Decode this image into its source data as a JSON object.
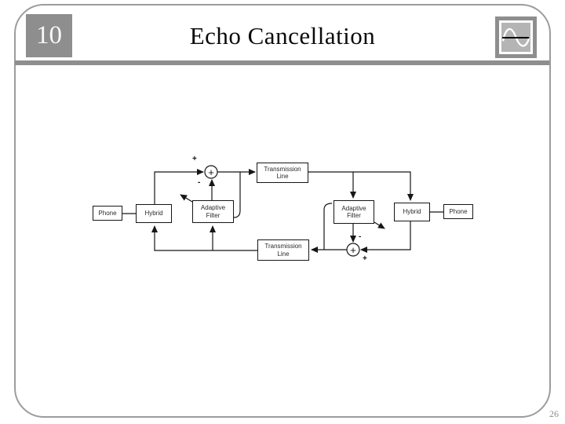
{
  "slide": {
    "number": "10",
    "title": "Echo Cancellation",
    "page_number": "26"
  },
  "colors": {
    "frame_border": "#9c9c9c",
    "header_gray": "#8e8e8e",
    "logo_inner_gray": "#b4b4b4",
    "diagram_line": "#161616"
  },
  "diagram": {
    "labels": {
      "phone": "Phone",
      "hybrid": "Hybrid",
      "adaptive_line1": "Adaptive",
      "adaptive_line2": "Filter",
      "transmission_line1": "Transmission",
      "transmission_line2": "Line",
      "sum": "+",
      "plus": "+",
      "minus": "-"
    }
  }
}
